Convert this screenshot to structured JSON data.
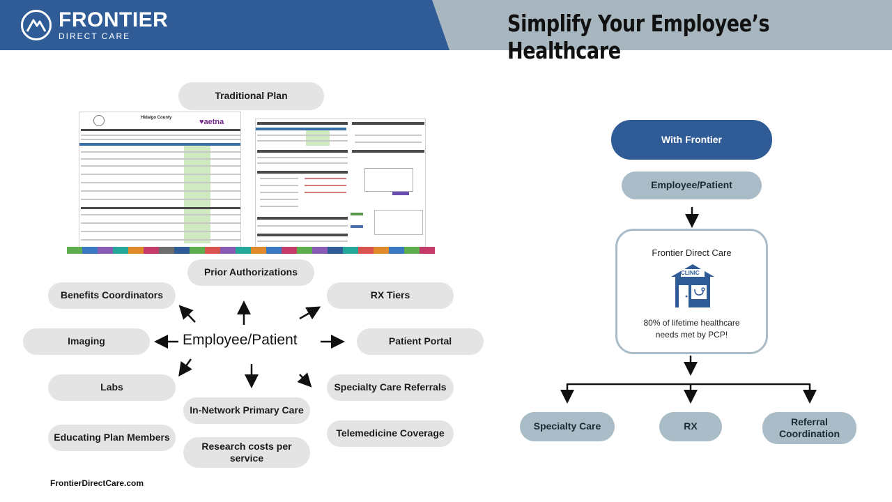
{
  "header": {
    "brand_name": "FRONTIER",
    "brand_sub": "DIRECT CARE",
    "headline": "Simplify Your Employee’s Healthcare",
    "logo_icon": "mountain-logo-icon"
  },
  "colors": {
    "brand_blue": "#2f5b96",
    "steel": "#a9bcc8",
    "pill_gray": "#e4e4e4"
  },
  "traditional": {
    "title": "Traditional Plan",
    "center": "Employee/Patient",
    "doc_left_title": "Hidalgo County",
    "doc_left_brand": "♥aetna",
    "items": {
      "prior_auth": "Prior Authorizations",
      "benefits": "Benefits Coordinators",
      "rx_tiers": "RX Tiers",
      "imaging": "Imaging",
      "portal": "Patient Portal",
      "labs": "Labs",
      "specialty_referrals": "Specialty Care Referrals",
      "in_network": "In-Network Primary Care",
      "educating": "Educating Plan Members",
      "telemedicine": "Telemedicine Coverage",
      "research": "Research costs per service"
    }
  },
  "frontier": {
    "title": "With Frontier",
    "patient": "Employee/Patient",
    "box_title": "Frontier Direct Care",
    "clinic_sign": "CLINIC",
    "box_caption": "80% of lifetime healthcare needs met by PCP!",
    "outcomes": [
      "Specialty Care",
      "RX",
      "Referral Coordination"
    ]
  },
  "footer": {
    "url": "FrontierDirectCare.com"
  }
}
